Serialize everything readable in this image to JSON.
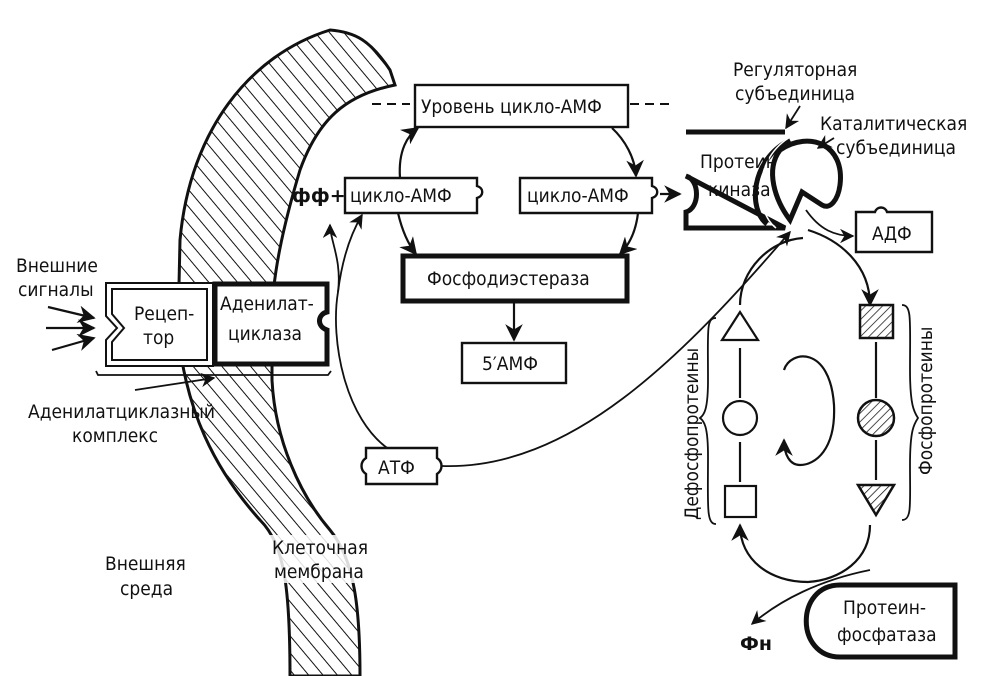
{
  "diagram": {
    "title": "Аденилатциклазная система и протеинкиназа",
    "colors": {
      "ink": "#111111",
      "background": "#ffffff"
    },
    "labels": {
      "external_signals": [
        "Внешние",
        "сигналы"
      ],
      "receptor": [
        "Рецеп-",
        "тор"
      ],
      "adenylate_cyclase": [
        "Аденилат-",
        "циклаза"
      ],
      "adenylate_cyclase_complex": [
        "Аденилатциклазный",
        "комплекс"
      ],
      "external_environment": [
        "Внешняя",
        "среда"
      ],
      "cell_membrane": [
        "Клеточная",
        "мембрана"
      ],
      "camp_level": "Уровень цикло-АМФ",
      "pp_plus": "фф+",
      "camp_left": "цикло-АМФ",
      "camp_right": "цикло-АМФ",
      "phosphodiesterase": "Фосфодиэстераза",
      "amp5": "5′АМФ",
      "atp": "АТФ",
      "adp": "АДФ",
      "protein_kinase": [
        "Протеин-",
        "киназа"
      ],
      "regulatory_subunit": [
        "Регуляторная",
        "субъединица"
      ],
      "catalytic_subunit": [
        "Каталитическая",
        "субъединица"
      ],
      "dephosphoproteins": "Дефосфопротеины",
      "phosphoproteins": "Фосфопротеины",
      "protein_phosphatase": [
        "Протеин-",
        "фосфатаза"
      ],
      "pi": "Фн"
    },
    "protein_shapes": {
      "dephospho": [
        "triangle",
        "circle",
        "square"
      ],
      "phospho": [
        "square-hatched",
        "circle-hatched",
        "triangle-down-hatched"
      ]
    }
  }
}
